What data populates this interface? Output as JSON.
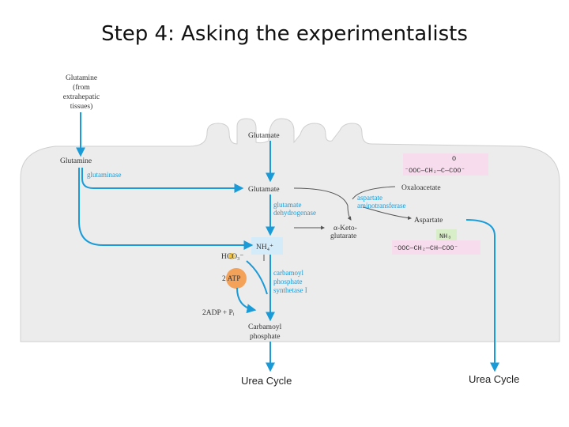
{
  "slide": {
    "title": "Step 4: Asking the experimentalists"
  },
  "diagram": {
    "glutamine_source_line1": "Glutamine",
    "glutamine_source_line2": "(from",
    "glutamine_source_line3": "extrahepatic",
    "glutamine_source_line4": "tissues)",
    "glutamate_top": "Glutamate",
    "glutamine": "Glutamine",
    "glutaminase": "glutaminase",
    "glutamate_mid": "Glutamate",
    "oxaloacetate_formula": "⁻OOC—CH₂—C—COO⁻",
    "oxaloacetate_o": "O",
    "oxaloacetate": "Oxaloacetate",
    "aat_line1": "aspartate",
    "aat_line2": "aminotransferase",
    "gdh_line1": "glutamate",
    "gdh_line2": "dehydrogenase",
    "aspartate": "Aspartate",
    "akg_line1": "α-Keto-",
    "akg_line2": "glutarate",
    "nh4": "NH₄⁺",
    "nh3": "NH₃",
    "aspartate_formula": "⁻OOC—CH₂—CH—COO⁻",
    "hco3": "HCO₃⁻",
    "atp": "2 ATP",
    "cps_line1": "carbamoyl",
    "cps_line2": "phosphate",
    "cps_line3": "synthetase I",
    "adp": "2ADP + Pᵢ",
    "cp_line1": "Carbamoyl",
    "cp_line2": "phosphate",
    "urea_left": "Urea Cycle",
    "urea_right": "Urea Cycle"
  },
  "colors": {
    "cell_bg": "#ececec",
    "cell_border": "#cfcfcf",
    "arrow_blue": "#1a9bd7",
    "enzyme_blue": "#1a9bd7",
    "highlight_blue": "#d4ecfa",
    "highlight_pink": "#f6dcec",
    "highlight_green": "#d8eec8",
    "atp_orange": "#f4a259"
  }
}
